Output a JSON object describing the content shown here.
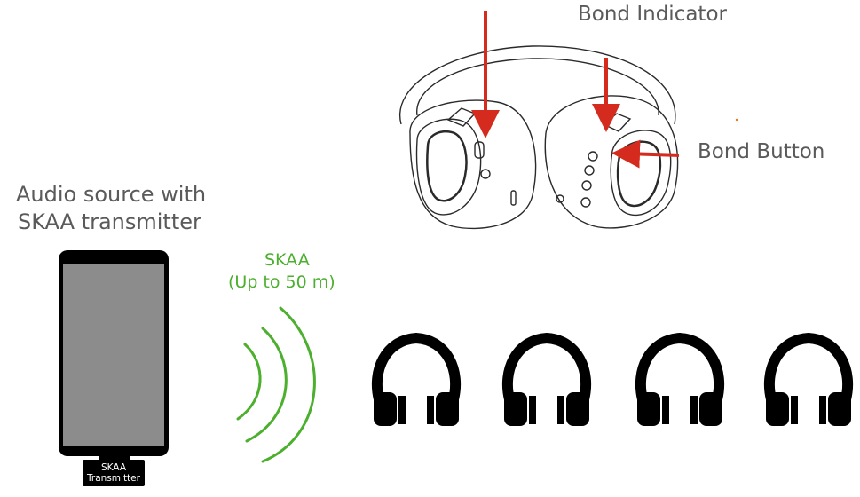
{
  "labels": {
    "bond_indicator": "Bond Indicator",
    "bond_button": "Bond Button",
    "audio_source_line1": "Audio source with",
    "audio_source_line2": "SKAA transmitter",
    "skaa": "SKAA",
    "skaa_range": "(Up to 50 m)",
    "transmitter_line1": "SKAA",
    "transmitter_line2": "Transmitter"
  },
  "colors": {
    "arrow": "#d42b1e",
    "signal": "#4caf2e",
    "text": "#5a5a5a",
    "device_screen": "#8c8c8c",
    "device_body": "#000000"
  },
  "receiver_headphones_count": 4
}
